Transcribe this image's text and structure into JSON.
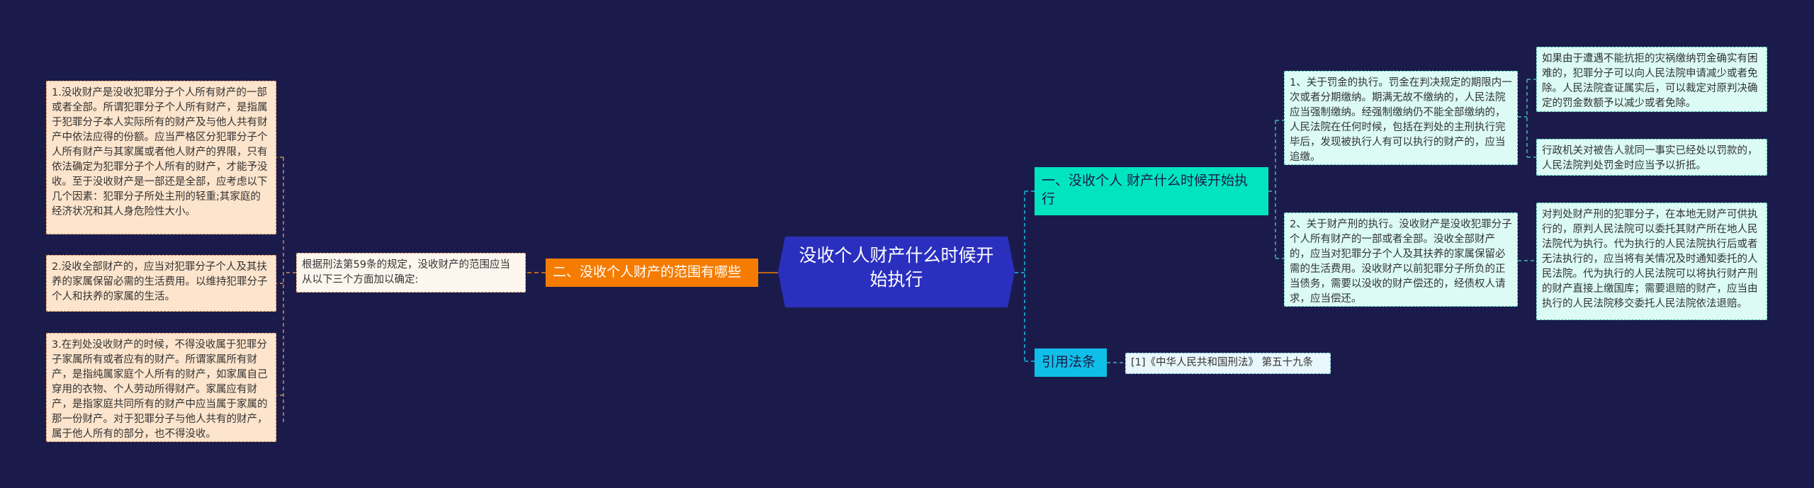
{
  "root": {
    "label": "没收个人财产什么时候开始执行"
  },
  "left_branch": {
    "label": "二、没收个人财产的范围有哪些",
    "intro": "根据刑法第59条的规定，没收财产的范围应当从以下三个方面加以确定:",
    "items": [
      "1.没收财产是没收犯罪分子个人所有财产的一部或者全部。所谓犯罪分子个人所有财产，是指属于犯罪分子本人实际所有的财产及与他人共有财产中依法应得的份额。应当严格区分犯罪分子个人所有财产与其家属或者他人财产的界限，只有依法确定为犯罪分子个人所有的财产，才能予没收。至于没收财产是一部还是全部，应考虑以下几个因素：犯罪分子所处主刑的轻重;其家庭的经济状况和其人身危险性大小。",
      "2.没收全部财产的，应当对犯罪分子个人及其扶养的家属保留必需的生活费用。以维持犯罪分子个人和扶养的家属的生活。",
      "3.在判处没收财产的时候，不得没收属于犯罪分子家属所有或者应有的财产。所谓家属所有财产，是指纯属家庭个人所有的财产，如家属自己穿用的衣物、个人劳动所得财产。家属应有财产，是指家庭共同所有的财产中应当属于家属的那一份财产。对于犯罪分子与他人共有的财产，属于他人所有的部分，也不得没收。"
    ]
  },
  "right_branch_1": {
    "label": "一、没收个人 财产什么时候开始执行",
    "items": [
      {
        "text": "1、关于罚金的执行。罚金在判决规定的期限内一次或者分期缴纳。期满无故不缴纳的，人民法院应当强制缴纳。经强制缴纳仍不能全部缴纳的，人民法院在任何时候，包括在判处的主刑执行完毕后，发现被执行人有可以执行的财产的，应当追缴。",
        "children": [
          "如果由于遭遇不能抗拒的灾祸缴纳罚金确实有困难的，犯罪分子可以向人民法院申请减少或者免除。人民法院查证属实后，可以裁定对原判决确定的罚金数额予以减少或者免除。",
          "行政机关对被告人就同一事实已经处以罚款的，人民法院判处罚金时应当予以折抵。"
        ]
      },
      {
        "text": "2、关于财产刑的执行。没收财产是没收犯罪分子个人所有财产的一部或者全部。没收全部财产的，应当对犯罪分子个人及其扶养的家属保留必需的生活费用。没收财产以前犯罪分子所负的正当债务，需要以没收的财产偿还的，经债权人请求，应当偿还。",
        "children": [
          "对判处财产刑的犯罪分子，在本地无财产可供执行的，原判人民法院可以委托其财产所在地人民法院代为执行。代为执行的人民法院执行后或者无法执行的，应当将有关情况及时通知委托的人民法院。代为执行的人民法院可以将执行财产刑的财产直接上缴国库；需要退赔的财产，应当由执行的人民法院移交委托人民法院依法退赔。"
        ]
      }
    ]
  },
  "right_branch_2": {
    "label": "引用法条",
    "items": [
      "[1]《中华人民共和国刑法》 第五十九条"
    ]
  },
  "colors": {
    "background": "#1b1b4b",
    "root": "#2a2fbe",
    "left_branch": "#f57c00",
    "right_branch_1": "#00e5c0",
    "right_branch_2": "#10bfe8"
  }
}
